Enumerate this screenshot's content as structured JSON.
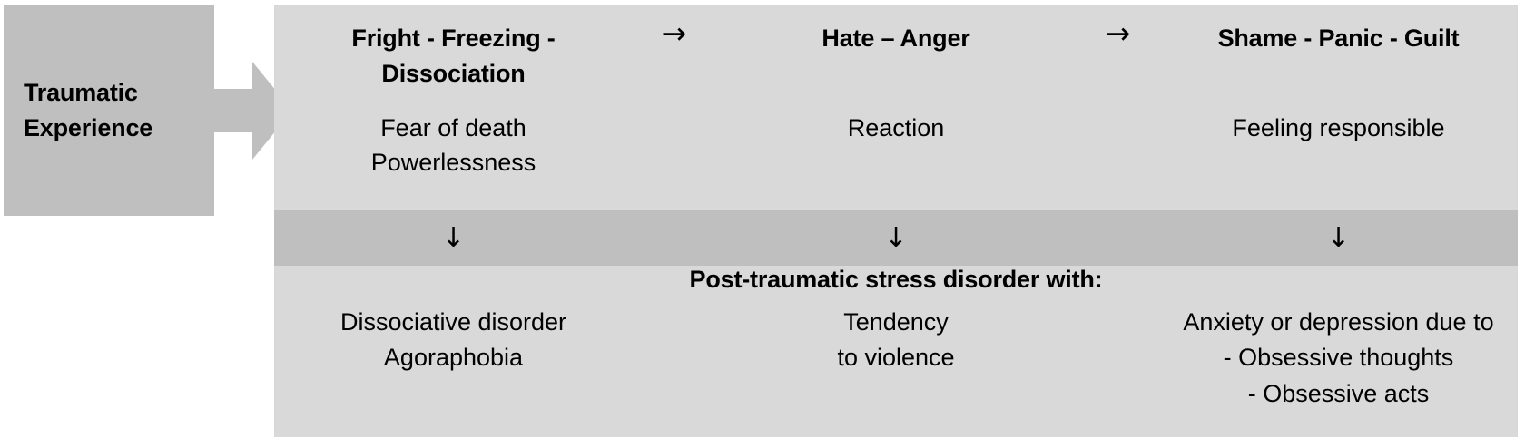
{
  "diagram": {
    "source": {
      "label": "Traumatic\nExperience"
    },
    "connector_arrow_icon": "right-arrow-icon",
    "stages": [
      {
        "title": "Fright - Freezing -\nDissociation",
        "description": "Fear of death\nPowerlessness",
        "down_arrow": "↓",
        "outcome": "Dissociative disorder\nAgoraphobia"
      },
      {
        "title": "Hate – Anger",
        "description": "Reaction",
        "down_arrow": "↓",
        "outcome": "Tendency\nto violence"
      },
      {
        "title": "Shame - Panic - Guilt",
        "description": "Feeling responsible",
        "down_arrow": "↓",
        "outcome": "Anxiety or depression due to\n- Obsessive thoughts\n- Obsessive acts"
      }
    ],
    "stage_separators": [
      "→",
      "→"
    ],
    "outcome_heading": "Post-traumatic stress disorder with:",
    "colors": {
      "source_block": "#BFBFBF",
      "panel": "#D9D9D9",
      "down_band": "#BFBFBF",
      "arrow": "#BFBFBF",
      "text": "#000000",
      "background": "#FFFFFF"
    }
  }
}
